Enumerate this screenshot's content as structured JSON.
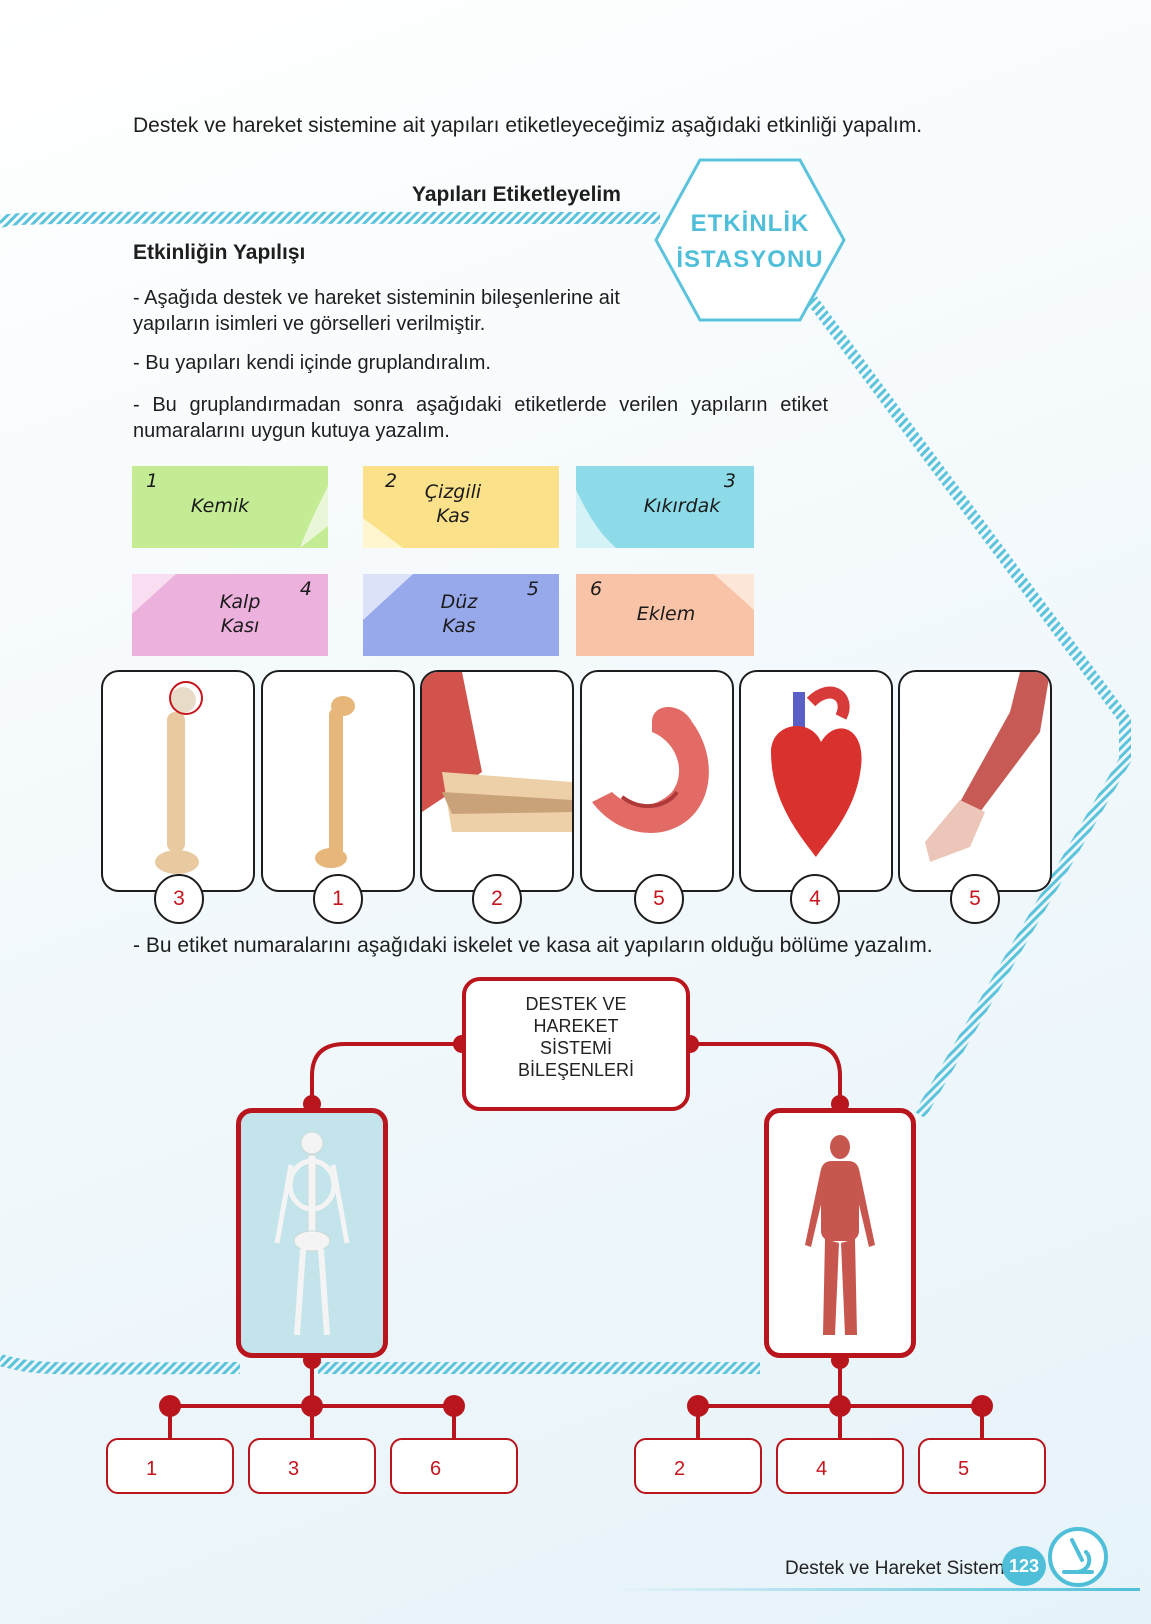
{
  "intro": "Destek ve hareket sistemine ait yapıları etiketleyeceğimiz aşağıdaki etkinliği yapalım.",
  "activity_title": "Yapıları Etiketleyelim",
  "badge": {
    "line1": "ETKİNLİK",
    "line2": "İSTASYONU"
  },
  "how_to_heading": "Etkinliğin Yapılışı",
  "instructions": [
    "- Aşağıda destek ve hareket sisteminin bileşenlerine ait yapıların isimleri ve görselleri verilmiştir.",
    "- Bu yapıları kendi içinde gruplandıralım.",
    "- Bu gruplandırmadan sonra aşağıdaki etiketlerde verilen yapıların etiket numaralarını uygun kutuya yazalım."
  ],
  "labels": [
    {
      "num": "1",
      "line1": "Kemik",
      "line2": "",
      "color": "#c3ec95"
    },
    {
      "num": "2",
      "line1": "Çizgili",
      "line2": "Kas",
      "color": "#fbe28a"
    },
    {
      "num": "3",
      "line1": "Kıkırdak",
      "line2": "",
      "color": "#8ddbe8"
    },
    {
      "num": "4",
      "line1": "Kalp",
      "line2": "Kası",
      "color": "#ecb1dc"
    },
    {
      "num": "5",
      "line1": "Düz",
      "line2": "Kas",
      "color": "#97a9ea"
    },
    {
      "num": "6",
      "line1": "Eklem",
      "line2": "",
      "color": "#f8c3a6"
    }
  ],
  "cards": [
    {
      "image": "femur-cartilage",
      "answer": "3"
    },
    {
      "image": "bone",
      "answer": "1"
    },
    {
      "image": "elbow-muscle",
      "answer": "2"
    },
    {
      "image": "stomach",
      "answer": "5"
    },
    {
      "image": "heart",
      "answer": "4"
    },
    {
      "image": "arm-muscles",
      "answer": "5"
    }
  ],
  "instruction4": "- Bu etiket numaralarını aşağıdaki iskelet ve kasa ait yapıların olduğu bölüme yazalım.",
  "diagram": {
    "hub": [
      "DESTEK VE",
      "HAREKET",
      "SİSTEMİ",
      "BİLEŞENLERİ"
    ],
    "left_image": "skeleton",
    "right_image": "muscular-body",
    "left_answers": [
      "1",
      "3",
      "6"
    ],
    "right_answers": [
      "2",
      "4",
      "5"
    ]
  },
  "footer": {
    "text": "Destek ve Hareket Sistemi",
    "page": "123"
  },
  "colors": {
    "accent_red": "#b8151c",
    "accent_blue": "#4fbfd9"
  }
}
